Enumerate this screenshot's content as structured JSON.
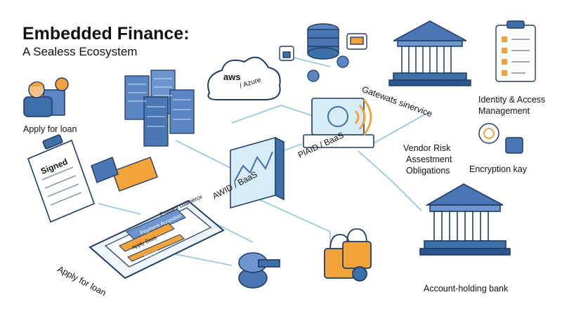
{
  "title": "Embedded Finance:",
  "subtitle": "A Sealess Ecosystem",
  "labels": {
    "apply_loan_top": "Apply for loan",
    "apply_loan_bottom": "Apply for loan",
    "signed": "Signed",
    "cloud_aws": "aws",
    "cloud_azure": "/ Azure",
    "gateway_service": "Gatewats sinervice",
    "plaid_baas": "PlAID / BaaS",
    "awid_baas": "AWID / BaaS",
    "identity_access": "Identity & Access",
    "management": "Management",
    "vendor_risk": "Vendor Risk",
    "assessment": "Assestment",
    "obligations": "Obligations",
    "encryption_key": "Encryption kay",
    "account_bank": "Account-holding bank",
    "phone_header": "E-ooant coamerce",
    "phone_card": "Peyment Accestion",
    "phone_apply": "Apply Baas",
    "phone_button": "Bteon"
  },
  "colors": {
    "accent_blue": "#3d6fa8",
    "dark_blue": "#1f3b66",
    "orange": "#f2a33a",
    "line_blue": "#8ec5dc"
  }
}
